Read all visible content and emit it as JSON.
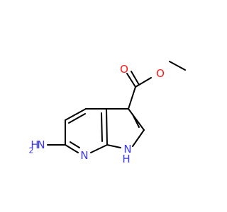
{
  "molecule": {
    "atoms": [
      {
        "id": "O_ether",
        "text": "O",
        "color": "#ff1a1a"
      },
      {
        "id": "O_carbonyl",
        "text": "O",
        "color": "#ff1a1a"
      },
      {
        "id": "N_pyridine",
        "text": "N",
        "color": "#3b38f1"
      },
      {
        "id": "N_pyrrole",
        "text": "H",
        "sub": "N",
        "color": "#3b38f1"
      },
      {
        "id": "N_amine",
        "text": "H",
        "sub": "2",
        "tail": "N",
        "color": "#3b38f1"
      }
    ],
    "label_color_nitrogen": "#3b38f1",
    "label_color_oxygen": "#ff1a1a",
    "bond_color": "#000000"
  }
}
